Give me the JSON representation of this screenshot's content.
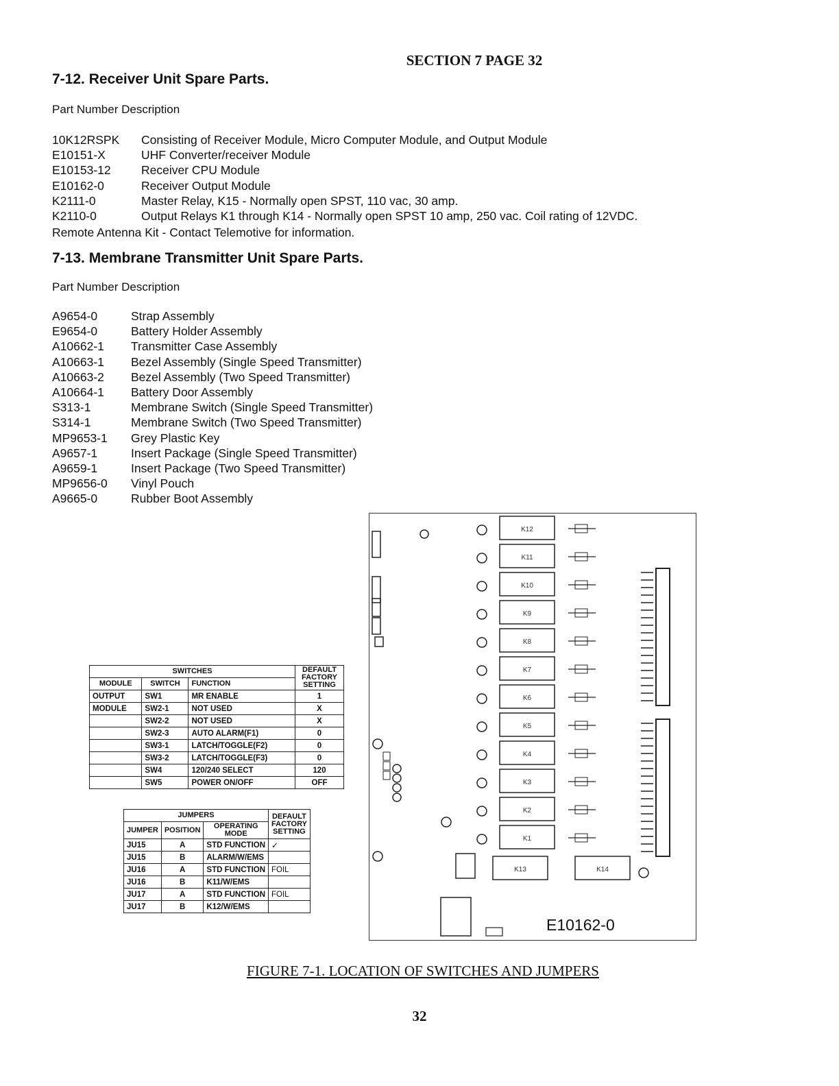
{
  "header": "SECTION 7 PAGE 32",
  "receiver": {
    "heading": "7-12. Receiver Unit Spare Parts.",
    "col_part": "Part Number",
    "col_desc": "Description",
    "items": [
      {
        "pn": "10K12RSPK",
        "desc": "Consisting of Receiver Module, Micro Computer Module, and Output Module"
      },
      {
        "pn": "E10151-X",
        "desc": "UHF Converter/receiver Module"
      },
      {
        "pn": "E10153-12",
        "desc": "Receiver CPU Module"
      },
      {
        "pn": "E10162-0",
        "desc": "Receiver Output Module"
      },
      {
        "pn": "K2111-0",
        "desc": "Master Relay, K15 - Normally open SPST, 110 vac, 30 amp."
      },
      {
        "pn": "K2110-0",
        "desc": "Output Relays K1 through K14 - Normally open SPST 10 amp, 250 vac. Coil rating of 12VDC."
      }
    ],
    "note": "Remote Antenna Kit - Contact Telemotive for information."
  },
  "transmitter": {
    "heading": "7-13. Membrane Transmitter Unit Spare Parts.",
    "col_part": "Part Number",
    "col_desc": "Description",
    "items": [
      {
        "pn": "A9654-0",
        "desc": "Strap Assembly"
      },
      {
        "pn": "E9654-0",
        "desc": "Battery Holder Assembly"
      },
      {
        "pn": "A10662-1",
        "desc": "Transmitter Case Assembly"
      },
      {
        "pn": "A10663-1",
        "desc": "Bezel Assembly (Single Speed Transmitter)"
      },
      {
        "pn": "A10663-2",
        "desc": "Bezel Assembly (Two Speed Transmitter)"
      },
      {
        "pn": "A10664-1",
        "desc": "Battery Door Assembly"
      },
      {
        "pn": "S313-1",
        "desc": "Membrane Switch (Single Speed Transmitter)"
      },
      {
        "pn": "S314-1",
        "desc": "Membrane Switch (Two Speed Transmitter)"
      },
      {
        "pn": "MP9653-1",
        "desc": "Grey Plastic Key"
      },
      {
        "pn": "A9657-1",
        "desc": "Insert Package (Single Speed Transmitter)"
      },
      {
        "pn": "A9659-1",
        "desc": "Insert Package (Two Speed Transmitter)"
      },
      {
        "pn": "MP9656-0",
        "desc": "Vinyl Pouch"
      },
      {
        "pn": "A9665-0",
        "desc": "Rubber Boot Assembly"
      }
    ]
  },
  "switches": {
    "title": "SWITCHES",
    "h_module": "MODULE",
    "h_switch": "SWITCH",
    "h_function": "FUNCTION",
    "h_default": "DEFAULT FACTORY SETTING",
    "module_1": "OUTPUT",
    "module_2": "MODULE",
    "rows": [
      {
        "sw": "SW1",
        "fn": "MR ENABLE",
        "def": "1"
      },
      {
        "sw": "SW2-1",
        "fn": "NOT USED",
        "def": "X"
      },
      {
        "sw": "SW2-2",
        "fn": "NOT USED",
        "def": "X"
      },
      {
        "sw": "SW2-3",
        "fn": "AUTO ALARM(F1)",
        "def": "0"
      },
      {
        "sw": "SW3-1",
        "fn": "LATCH/TOGGLE(F2)",
        "def": "0"
      },
      {
        "sw": "SW3-2",
        "fn": "LATCH/TOGGLE(F3)",
        "def": "0"
      },
      {
        "sw": "SW4",
        "fn": "120/240 SELECT",
        "def": "120"
      },
      {
        "sw": "SW5",
        "fn": "POWER ON/OFF",
        "def": "OFF"
      }
    ]
  },
  "jumpers": {
    "title": "JUMPERS",
    "h_jumper": "JUMPER",
    "h_position": "POSITION",
    "h_mode": "OPERATING MODE",
    "h_default": "DEFAULT FACTORY SETTING",
    "rows": [
      {
        "j": "JU15",
        "p": "A",
        "m": "STD FUNCTION",
        "d": "✓"
      },
      {
        "j": "JU15",
        "p": "B",
        "m": "ALARM/W/EMS",
        "d": ""
      },
      {
        "j": "JU16",
        "p": "A",
        "m": "STD FUNCTION",
        "d": "FOIL"
      },
      {
        "j": "JU16",
        "p": "B",
        "m": "K11/W/EMS",
        "d": ""
      },
      {
        "j": "JU17",
        "p": "A",
        "m": "STD FUNCTION",
        "d": "FOIL"
      },
      {
        "j": "JU17",
        "p": "B",
        "m": "K12/W/EMS",
        "d": ""
      }
    ]
  },
  "board": {
    "label": "E10162-0",
    "relays": [
      "K12",
      "K11",
      "K10",
      "K9",
      "K8",
      "K7",
      "K6",
      "K5",
      "K4",
      "K3",
      "K2",
      "K1"
    ],
    "relay_bottom": [
      "K13",
      "K14"
    ]
  },
  "caption": "FIGURE 7-1. LOCATION OF SWITCHES AND JUMPERS",
  "page_number": "32"
}
